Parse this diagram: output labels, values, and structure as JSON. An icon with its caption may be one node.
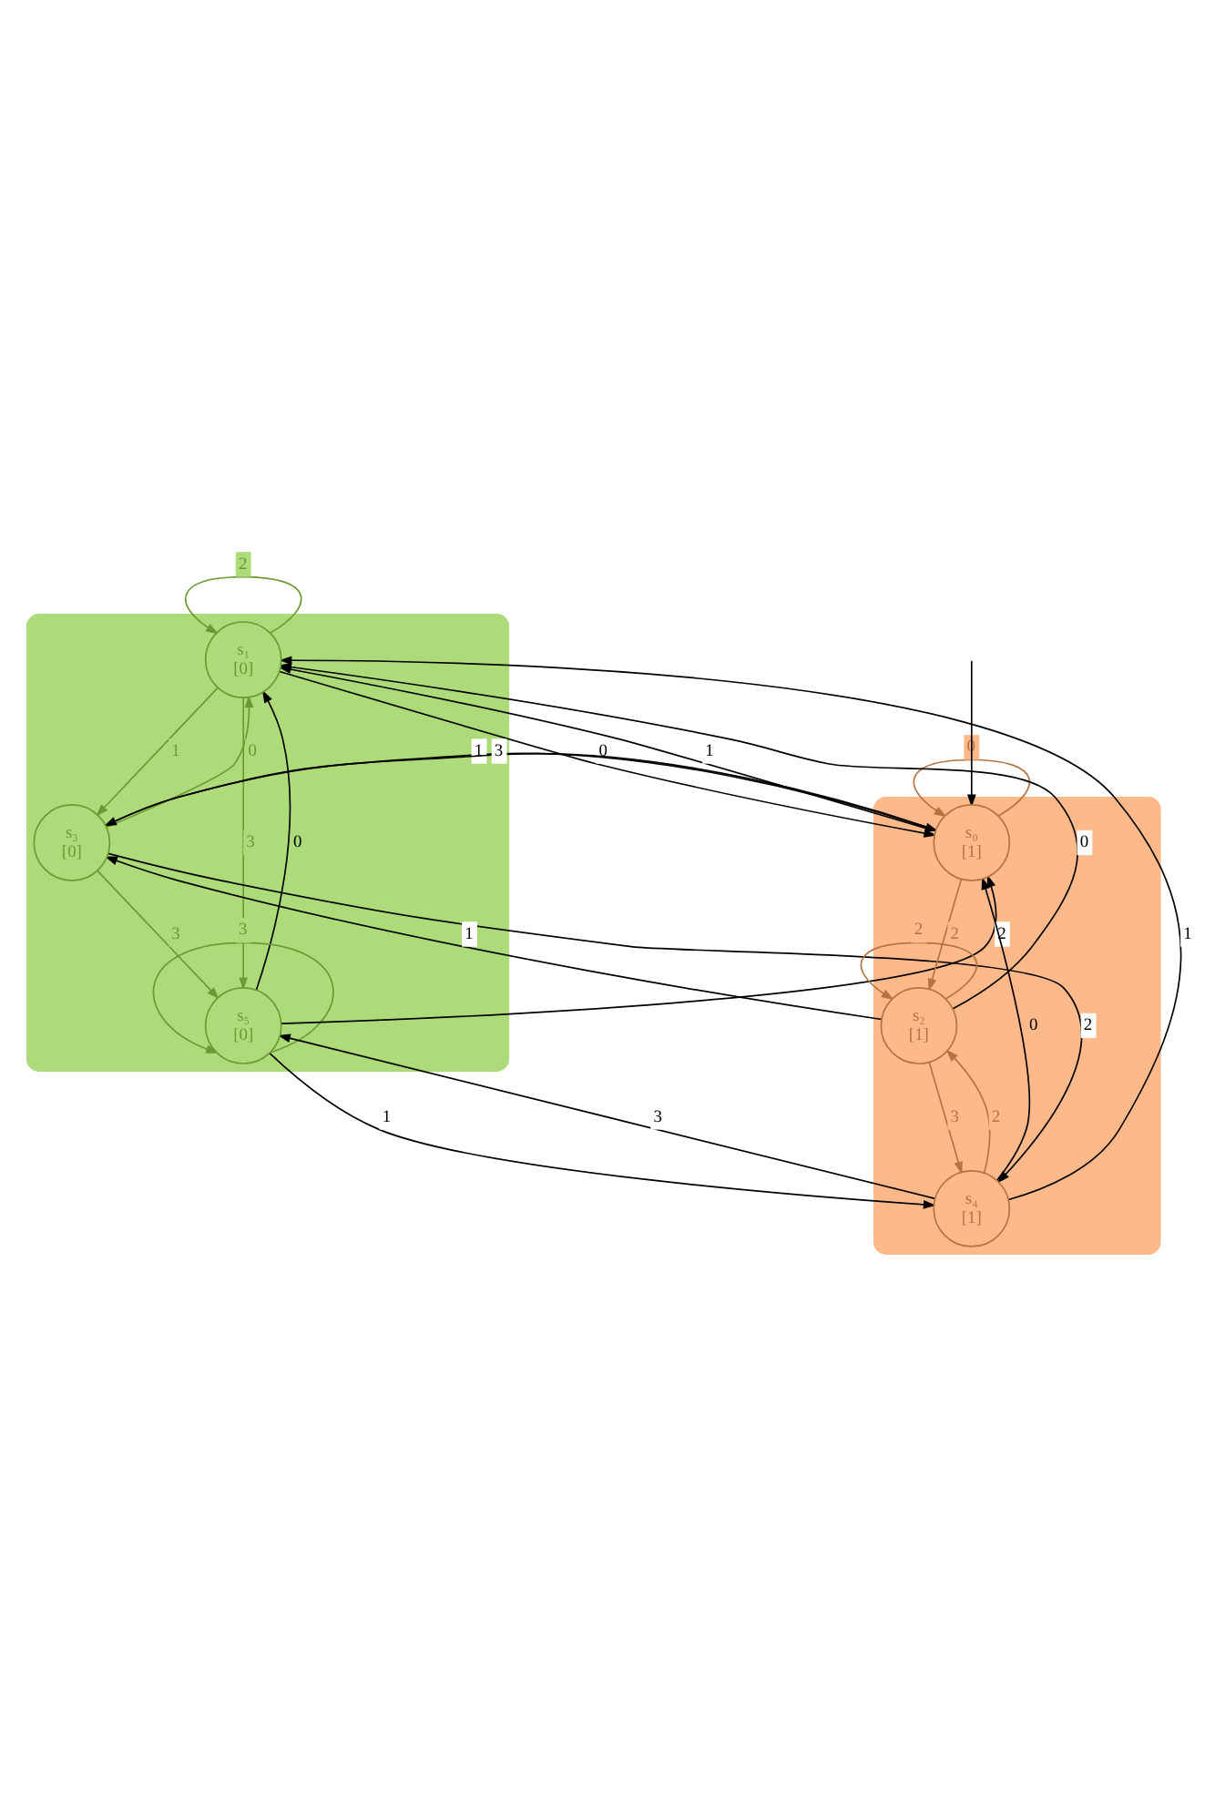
{
  "diagram": {
    "nodes": [
      {
        "text": [],
        "shape": "ellipse"
      },
      {
        "text": [],
        "shape": "ellipse"
      },
      {
        "text": [
          "s₀",
          "[1]"
        ],
        "in": 0
      },
      {
        "text": [
          "s₁",
          "[0]"
        ],
        "in": 1
      },
      {
        "text": [
          "s₂",
          "[1]"
        ],
        "in": 0
      },
      {
        "text": [
          "s₃",
          "[0]"
        ],
        "in": 1
      },
      {
        "text": [
          "s₄",
          "[1]"
        ],
        "in": 0
      },
      {
        "text": [
          "s₅",
          "[0]"
        ],
        "in": 1
      }
    ],
    "edges": [
      {
        "from": null,
        "to": 2,
        "arrow": "to"
      },
      {
        "from": 2,
        "to": 2,
        "arrow": "to",
        "label": "0",
        "color": "#b5733f"
      },
      {
        "from": 3,
        "to": 2,
        "arrow": "to",
        "label": "0"
      },
      {
        "from": 2,
        "to": 3,
        "arrow": "to",
        "label": "1"
      },
      {
        "from": 2,
        "to": 5,
        "arrow": "to",
        "label": "3"
      },
      {
        "from": 2,
        "to": 4,
        "arrow": "to",
        "label": "2",
        "color": "#b5733f"
      },
      {
        "from": 4,
        "to": 3,
        "arrow": "to",
        "label": "0"
      },
      {
        "from": 5,
        "to": 2,
        "arrow": "to",
        "label": "1"
      },
      {
        "from": 7,
        "to": 2,
        "arrow": "to",
        "label": "2"
      },
      {
        "from": 6,
        "to": 2,
        "arrow": "to",
        "label": "0"
      },
      {
        "from": 4,
        "to": 4,
        "arrow": "to",
        "label": "2",
        "color": "#b5733f"
      },
      {
        "from": 4,
        "to": 5,
        "arrow": "to",
        "label": "1"
      },
      {
        "from": 4,
        "to": 6,
        "arrow": "to",
        "label": "3",
        "color": "#b5733f"
      },
      {
        "from": 6,
        "to": 4,
        "arrow": "to",
        "label": "2",
        "color": "#b5733f"
      },
      {
        "from": 6,
        "to": 3,
        "arrow": "to",
        "label": "1"
      },
      {
        "from": 5,
        "to": 6,
        "arrow": "to",
        "label": "2"
      },
      {
        "from": 3,
        "to": 3,
        "arrow": "to",
        "label": "2",
        "color": "#6b9a32"
      },
      {
        "from": 5,
        "to": 3,
        "arrow": "to",
        "label": "0",
        "color": "#6b9a32"
      },
      {
        "from": 3,
        "to": 5,
        "arrow": "to",
        "label": "1",
        "color": "#6b9a32"
      },
      {
        "from": 3,
        "to": 7,
        "arrow": "to",
        "label": "3",
        "color": "#6b9a32"
      },
      {
        "from": 7,
        "to": 3,
        "arrow": "to",
        "label": "0"
      },
      {
        "from": 5,
        "to": 7,
        "arrow": "to",
        "label": "3",
        "color": "#6b9a32"
      },
      {
        "from": 7,
        "to": 6,
        "arrow": "to",
        "label": "1"
      },
      {
        "from": 6,
        "to": 7,
        "arrow": "to",
        "label": "3"
      },
      {
        "from": 7,
        "to": 7,
        "arrow": "to",
        "label": "3",
        "color": "#6b9a32"
      }
    ]
  }
}
